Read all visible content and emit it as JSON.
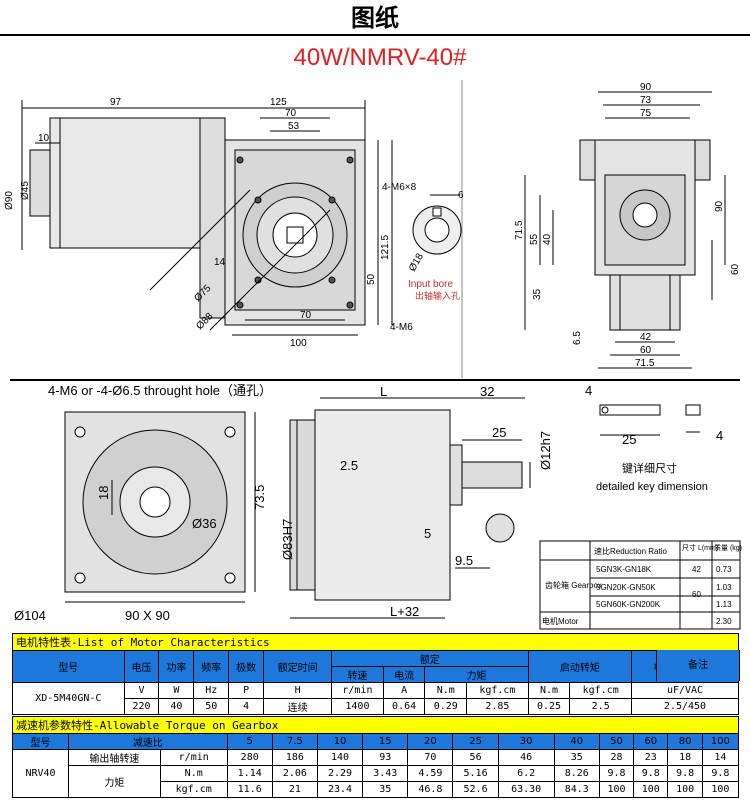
{
  "page_title": "图纸",
  "model": "40W/NMRV-40#",
  "gearbox_drawing": {
    "top_dims": [
      "97",
      "125",
      "70",
      "53",
      "10"
    ],
    "left_dims": [
      "Ø90",
      "Ø45"
    ],
    "flange_labels": [
      "4-M6×8",
      "121.5",
      "50",
      "14",
      "70",
      "100",
      "4-M6"
    ],
    "diam_labels": [
      "Ø75",
      "Ø88"
    ],
    "bore_labels": [
      "6",
      "Ø18",
      "Input bore",
      "出轴输入孔"
    ],
    "side_dims": [
      "90",
      "73",
      "75",
      "71.5",
      "55",
      "40",
      "90",
      "35",
      "60",
      "6.5",
      "42",
      "60",
      "71.5"
    ]
  },
  "motor_drawing": {
    "hole_note": "4-M6 or -4-Ø6.5 throught hole（通孔）",
    "front_labels": [
      "18",
      "Ø36",
      "73.5",
      "Ø104",
      "90 X 90"
    ],
    "side_labels": [
      "L",
      "32",
      "2.5",
      "25",
      "Ø12h7",
      "Ø83H7",
      "5",
      "9.5",
      "L+32"
    ],
    "key_labels": [
      "4",
      "25",
      "4"
    ],
    "key_caption_cn": "键详细尺寸",
    "key_caption_en": "detailed key dimension"
  },
  "gearbox_ratio_table": {
    "header": [
      "速比Reduction Ratio",
      "尺寸 L(mm)",
      "质量 (kg)"
    ],
    "row_label": "齿轮箱 Gearbox",
    "rows": [
      [
        "5GN3K-GN18K",
        "42",
        "0.73"
      ],
      [
        "5GN20K-GN50K",
        "60",
        "1.03"
      ],
      [
        "5GN60K-GN200K",
        "",
        "1.13"
      ]
    ],
    "motor_label": "电机Motor",
    "motor_mass": "2.30"
  },
  "motor_table": {
    "banner": "电机特性表-List of Motor Characteristics",
    "headers": [
      "型号",
      "电压",
      "功率",
      "频率",
      "极数",
      "额定时间",
      "额定",
      "启动转矩",
      "电容容量/耐压",
      "备注"
    ],
    "sub_headers": [
      "转速",
      "电流",
      "力矩"
    ],
    "units": [
      "V",
      "W",
      "Hz",
      "P",
      "H",
      "r/min",
      "A",
      "N.m",
      "kgf.cm",
      "N.m",
      "kgf.cm",
      "uF/VAC"
    ],
    "model": "XD-5M40GN-C",
    "values": [
      "220",
      "40",
      "50",
      "4",
      "连续",
      "1400",
      "0.64",
      "0.29",
      "2.85",
      "0.25",
      "2.5",
      "2.5/450"
    ]
  },
  "torque_table": {
    "banner": "减速机参数特性-Allowable Torque on Gearbox",
    "model_header": "型号",
    "ratio_header": "减速比",
    "ratios": [
      "5",
      "7.5",
      "10",
      "15",
      "20",
      "25",
      "30",
      "40",
      "50",
      "60",
      "80",
      "100"
    ],
    "model": "NRV40",
    "speed_label": "输出轴转速",
    "speed_unit": "r/min",
    "speeds": [
      "280",
      "186",
      "140",
      "93",
      "70",
      "56",
      "46",
      "35",
      "28",
      "23",
      "18",
      "14"
    ],
    "torque_label": "力矩",
    "nm_unit": "N.m",
    "nm": [
      "1.14",
      "2.06",
      "2.29",
      "3.43",
      "4.59",
      "5.16",
      "6.2",
      "8.26",
      "9.8",
      "9.8",
      "9.8",
      "9.8"
    ],
    "kgf_unit": "kgf.cm",
    "kgf": [
      "11.6",
      "21",
      "23.4",
      "35",
      "46.8",
      "52.6",
      "63.30",
      "84.3",
      "100",
      "100",
      "100",
      "100"
    ]
  },
  "colors": {
    "accent_red": "#e02020",
    "header_blue": "#1e78dc",
    "banner_yellow": "#ffff00"
  }
}
